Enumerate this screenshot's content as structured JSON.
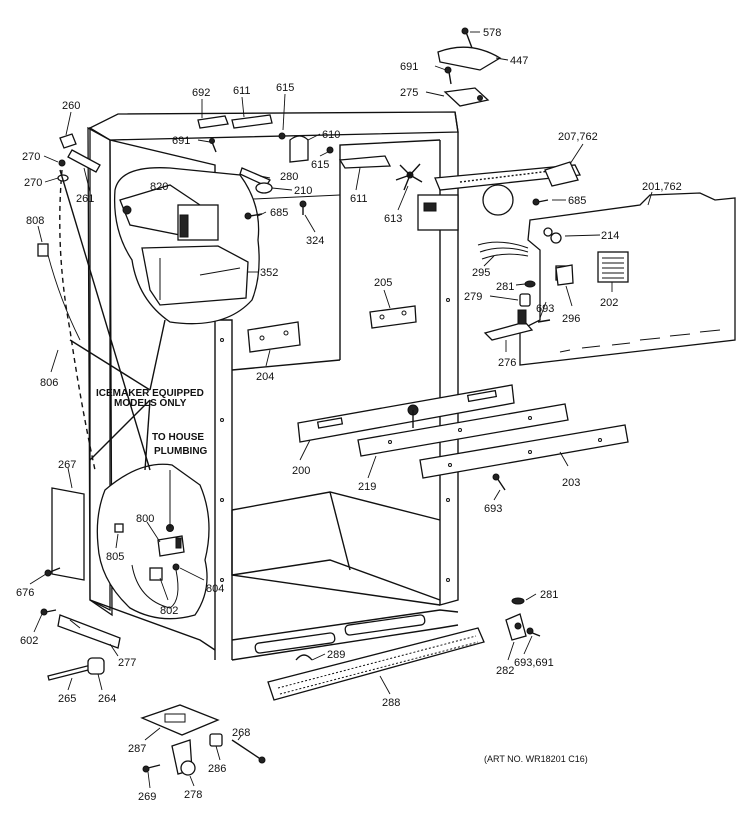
{
  "labels": {
    "p578": "578",
    "p691a": "691",
    "p447": "447",
    "p275": "275",
    "p692": "692",
    "p611a": "611",
    "p615a": "615",
    "p691b": "691",
    "p610": "610",
    "p615b": "615",
    "p611b": "611",
    "p207": "207,762",
    "p260": "260",
    "p270a": "270",
    "p270b": "270",
    "p261": "261",
    "p820": "820",
    "p280": "280",
    "p210": "210",
    "p613": "613",
    "p685a": "685",
    "p685b": "685",
    "p201": "201,762",
    "p324": "324",
    "p214": "214",
    "p808": "808",
    "p352": "352",
    "p295": "295",
    "p281a": "281",
    "p205": "205",
    "p279": "279",
    "p693a": "693",
    "p296": "296",
    "p202": "202",
    "p204": "204",
    "p276": "276",
    "p806": "806",
    "p200": "200",
    "p219": "219",
    "p203": "203",
    "p267": "267",
    "p693b": "693",
    "p800": "800",
    "p805": "805",
    "p804": "804",
    "p802": "802",
    "p676": "676",
    "p281b": "281",
    "p602": "602",
    "p277": "277",
    "p282": "282",
    "p693691": "693,691",
    "p289": "289",
    "p265": "265",
    "p264": "264",
    "p288": "288",
    "p268": "268",
    "p287": "287",
    "p286": "286",
    "p269": "269",
    "p278": "278"
  },
  "notes": {
    "icemaker_line1": "ICEMAKER EQUIPPED",
    "icemaker_line2": "MODELS ONLY",
    "plumbing_line1": "TO HOUSE",
    "plumbing_line2": "PLUMBING",
    "art_number": "(ART NO. WR18201 C16)"
  }
}
